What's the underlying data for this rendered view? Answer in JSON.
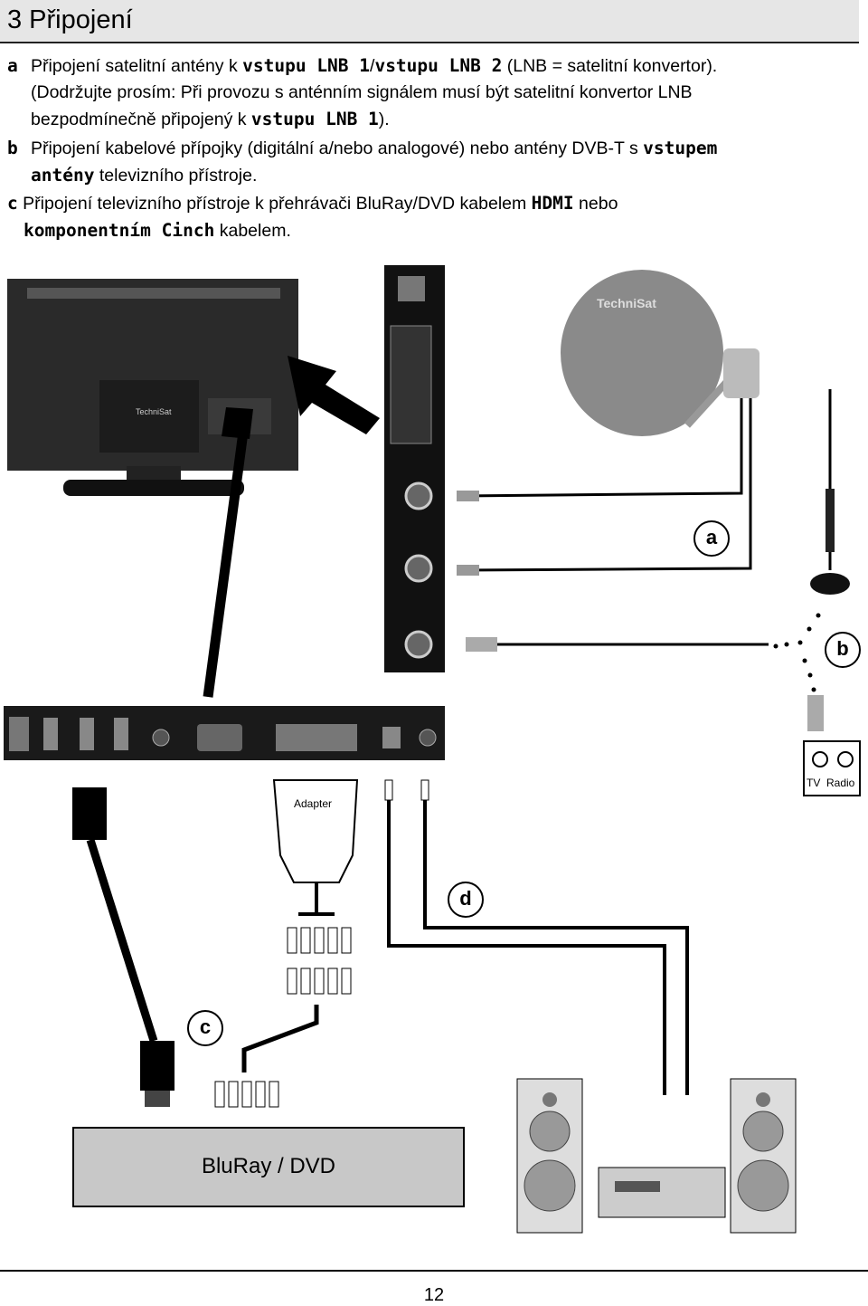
{
  "header": {
    "title": "3 Připojení"
  },
  "items": [
    {
      "marker": "a",
      "line1_pre": "Připojení satelitní antény k ",
      "line1_bold1": "vstupu LNB 1",
      "line1_mid": "/",
      "line1_bold2": "vstupu LNB 2",
      "line1_post": " (LNB = satelitní konvertor).",
      "line2": "(Dodržujte prosím: Při provozu s anténním signálem musí být satelitní konvertor LNB",
      "line3_pre": "bezpodmínečně připojený k ",
      "line3_bold": "vstupu LNB 1",
      "line3_post": ")."
    },
    {
      "marker": "b",
      "line1_pre": "Připojení kabelové přípojky (digitální a/nebo analogové) nebo antény DVB-T s  ",
      "line1_bold": "vstupem",
      "line2_bold": "antény",
      "line2_post": " televizního přístroje."
    },
    {
      "marker": "c",
      "line1_pre": " Připojení televizního přístroje k přehrávači BluRay/DVD kabelem ",
      "line1_bold": "HDMI",
      "line1_post": " nebo",
      "line2_bold": "komponentním Cinch",
      "line2_post": " kabelem."
    }
  ],
  "figure": {
    "tv_brand": "TechniSat",
    "dish_brand": "TechniSat",
    "adapter_label": "Adapter",
    "callouts": {
      "a": "a",
      "b": "b",
      "c": "c",
      "d": "d"
    },
    "socket": {
      "tv": "TV",
      "radio": "Radio"
    },
    "bluray_label": "BluRay / DVD"
  },
  "page_number": "12"
}
